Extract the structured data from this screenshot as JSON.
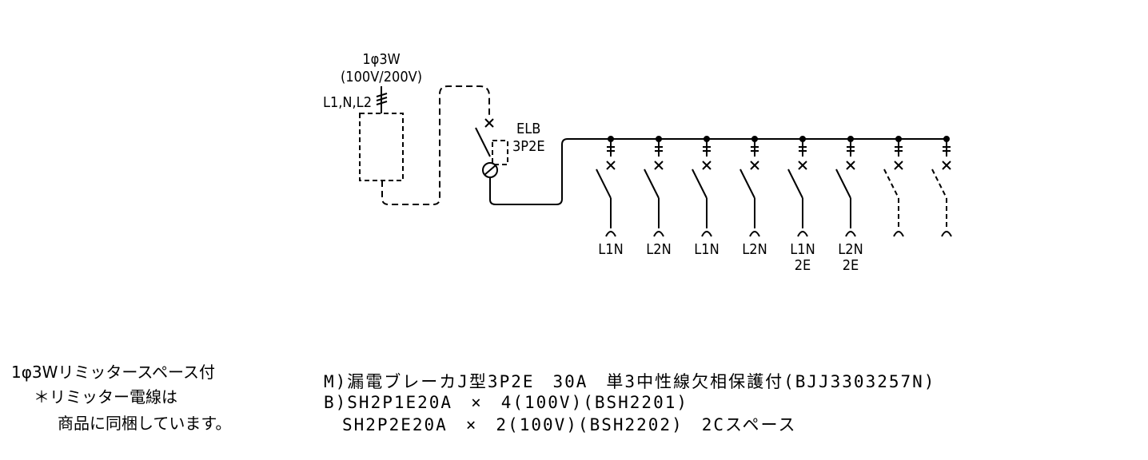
{
  "supply": {
    "system": "1φ3W",
    "voltage": "(100V/200V)",
    "conductors": "L1,N,L2"
  },
  "main_breaker": {
    "name": "ELB",
    "poles": "3P2E"
  },
  "branches": [
    {
      "line1": "L1N",
      "line2": "",
      "spare": false
    },
    {
      "line1": "L2N",
      "line2": "",
      "spare": false
    },
    {
      "line1": "L1N",
      "line2": "",
      "spare": false
    },
    {
      "line1": "L2N",
      "line2": "",
      "spare": false
    },
    {
      "line1": "L1N",
      "line2": "2E",
      "spare": false
    },
    {
      "line1": "L2N",
      "line2": "2E",
      "spare": false
    },
    {
      "line1": "",
      "line2": "",
      "spare": true
    },
    {
      "line1": "",
      "line2": "",
      "spare": true
    }
  ],
  "notes": {
    "line1": "1φ3Wリミッタースペース付",
    "line2": "＊リミッター電線は",
    "line3": "商品に同梱しています。"
  },
  "spec": {
    "main": "M)漏電ブレーカJ型3P2E　30A　単3中性線欠相保護付(BJJ3303257N)",
    "branch1": "B)SH2P1E20A　×　4(100V)(BSH2201)",
    "branch2": "　SH2P2E20A　×　2(100V)(BSH2202)　2Cスペース"
  }
}
